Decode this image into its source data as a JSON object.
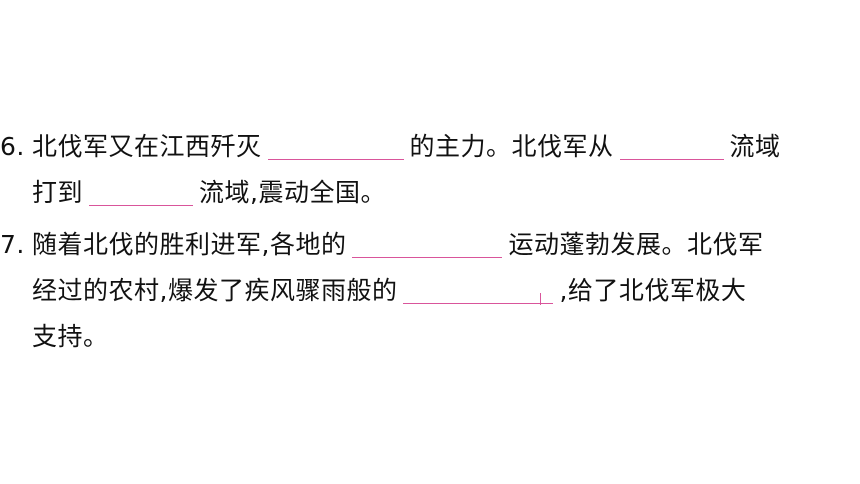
{
  "questions": [
    {
      "number": "6.",
      "line1": {
        "t1": "北伐军又在江西歼灭",
        "t2": "的主力。北伐军从",
        "t3": "流域"
      },
      "line2": {
        "t1": "打到",
        "t2": "流域,震动全国。"
      }
    },
    {
      "number": "7.",
      "line1": {
        "t1": "随着北伐的胜利进军,各地的",
        "t2": "运动蓬勃发展。北伐军"
      },
      "line2": {
        "t1": "经过的农村,爆发了疾风骤雨般的",
        "t2": ",给了北伐军极大"
      },
      "line3": {
        "t1": "支持。"
      }
    }
  ],
  "colors": {
    "text": "#111111",
    "blank_line": "#d9559b",
    "background": "#ffffff"
  }
}
